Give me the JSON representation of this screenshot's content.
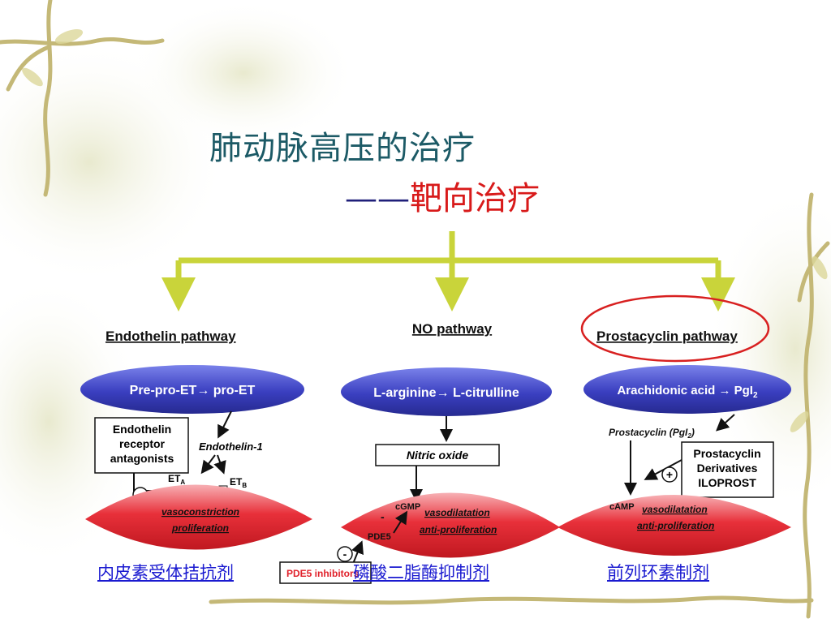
{
  "title": {
    "main": "肺动脉高压的治疗",
    "dash": "——",
    "target": "靶向治疗"
  },
  "pathways": [
    {
      "heading": "Endothelin pathway",
      "top_oval": "Pre-pro-ET→ pro-ET",
      "box": [
        "Endothelin",
        "receptor",
        "antagonists"
      ],
      "mediator": "Endothelin-1",
      "receptor_a": "ET",
      "receptor_a_sub": "A",
      "receptor_b": "ET",
      "receptor_b_sub": "B",
      "inhibit_sign": "-",
      "bottom_lines": [
        "vasoconstriction",
        "proliferation"
      ],
      "link_label": "内皮素受体拮抗剂"
    },
    {
      "heading": "NO pathway",
      "top_oval": "L-arginine→ L-citrulline",
      "box": [
        "Nitric oxide"
      ],
      "second_messenger": "cGMP",
      "enzyme": "PDE5",
      "enzyme_sign": "-",
      "inhibitor_box": "PDE5 inhibitors",
      "inhibit_sign": "-",
      "bottom_lines": [
        "vasodilatation",
        "anti-proliferation"
      ],
      "link_label": "磷酸二脂酶抑制剂"
    },
    {
      "heading": "Prostacyclin pathway",
      "top_oval": "Arachidonic acid → PgI",
      "top_oval_sub": "2",
      "mediator": "Prostacyclin (PgI",
      "mediator_sub": "2",
      "mediator_end": ")",
      "box": [
        "Prostacyclin",
        "Derivatives",
        "ILOPROST"
      ],
      "activate_sign": "+",
      "second_messenger": "cAMP",
      "bottom_lines": [
        "vasodilatation",
        "anti-proliferation"
      ],
      "link_label": "前列环素制剂"
    }
  ],
  "colors": {
    "title": "#1c5a66",
    "title_target": "#d81a1a",
    "connector": "#c9d43a",
    "blue_oval": "#3a3fc0",
    "red_oval": "#e8303a",
    "highlight_ring": "#d82020",
    "link": "#1a1ad0"
  },
  "icons": [
    "vine-decoration",
    "highlight-circle",
    "arrow-icon"
  ]
}
